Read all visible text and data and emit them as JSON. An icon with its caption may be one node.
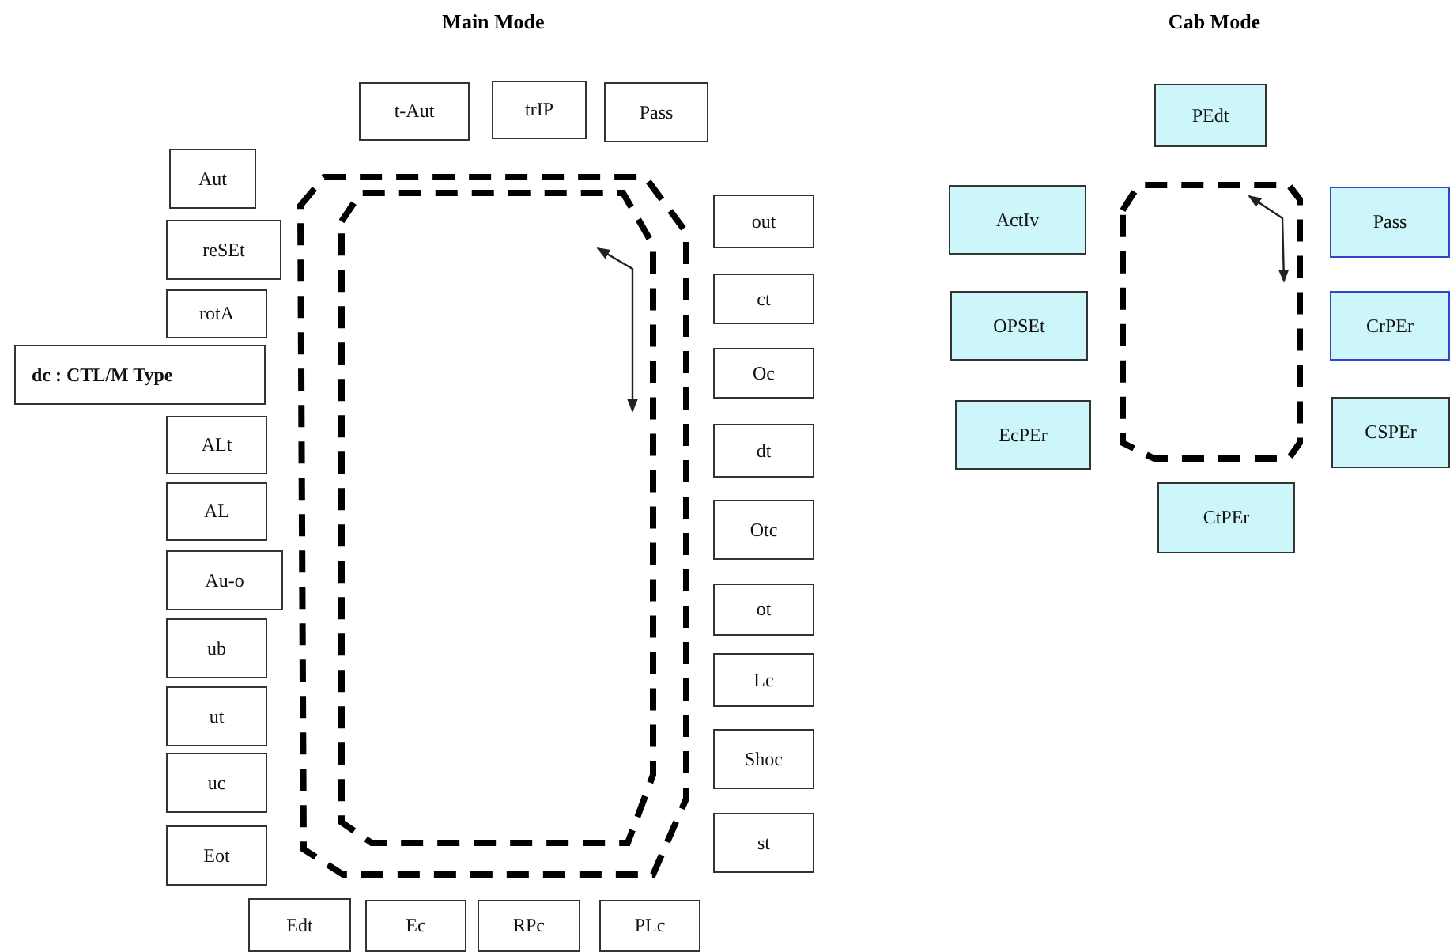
{
  "diagram": {
    "nodes": [
      {
        "text": [
          "t-Aut"
        ]
      },
      {
        "text": [
          "trIP"
        ]
      },
      {
        "text": [
          "Pass"
        ]
      },
      {
        "text": [
          "Aut"
        ]
      },
      {
        "text": [
          "reSEt"
        ]
      },
      {
        "text": [
          "rotA"
        ]
      },
      {
        "text": [
          "dc : CTL/M  Type"
        ]
      },
      {
        "text": [
          "ALt"
        ]
      },
      {
        "text": [
          "AL"
        ]
      },
      {
        "text": [
          "Au-o"
        ]
      },
      {
        "text": [
          "ub"
        ]
      },
      {
        "text": [
          "ut"
        ]
      },
      {
        "text": [
          "uc"
        ]
      },
      {
        "text": [
          "Eot"
        ]
      },
      {
        "text": [
          "out"
        ]
      },
      {
        "text": [
          "ct"
        ]
      },
      {
        "text": [
          "Oc"
        ]
      },
      {
        "text": [
          "dt"
        ]
      },
      {
        "text": [
          "Otc"
        ]
      },
      {
        "text": [
          "ot"
        ]
      },
      {
        "text": [
          "Lc"
        ]
      },
      {
        "text": [
          "Shoc"
        ]
      },
      {
        "text": [
          "st"
        ]
      },
      {
        "text": [
          "Edt"
        ]
      },
      {
        "text": [
          "Ec"
        ]
      },
      {
        "text": [
          "RPc"
        ]
      },
      {
        "text": [
          "PLc"
        ]
      },
      {
        "text": [
          "PEdt"
        ]
      },
      {
        "text": [
          "ActIv"
        ]
      },
      {
        "text": [
          "Pass"
        ]
      },
      {
        "text": [
          "OPSEt"
        ]
      },
      {
        "text": [
          "CrPEr"
        ]
      },
      {
        "text": [
          "EcPEr"
        ]
      },
      {
        "text": [
          "CSPEr"
        ]
      },
      {
        "text": [
          "CtPEr"
        ]
      }
    ],
    "edges": [],
    "labels": [
      "Main Mode",
      "Cab Mode"
    ]
  }
}
